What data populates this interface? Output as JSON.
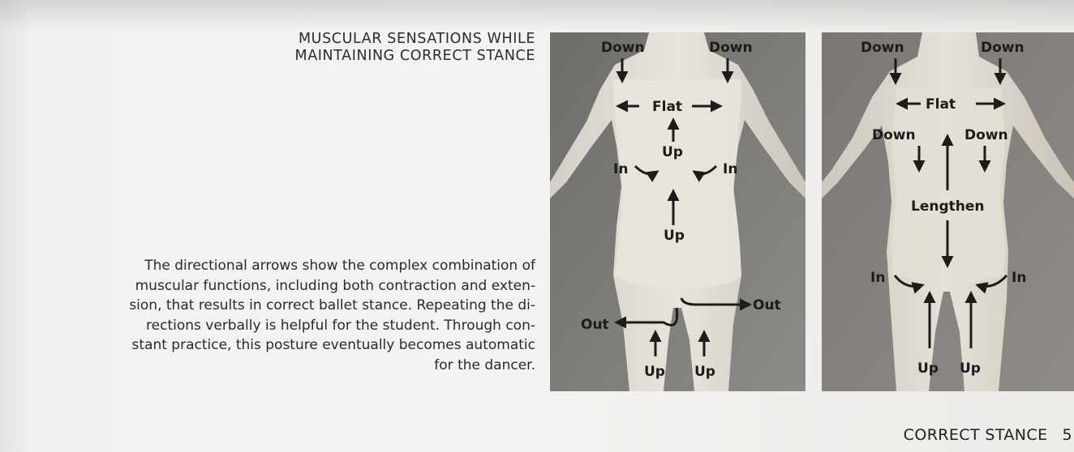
{
  "heading": {
    "line1": "MUSCULAR SENSATIONS WHILE",
    "line2": "MAINTAINING CORRECT STANCE"
  },
  "caption": {
    "lines": [
      "The directional arrows show the complex combination of",
      "muscular functions, including both contraction and exten-",
      "sion, that results in correct ballet stance. Repeating the di-",
      "rections verbally is helpful for the student. Through con-",
      "stant practice, this posture eventually becomes automatic",
      "for the dancer."
    ]
  },
  "front_photo": {
    "labels": {
      "down_left": "Down",
      "down_right": "Down",
      "flat": "Flat",
      "up_chest": "Up",
      "in_left": "In",
      "in_right": "In",
      "up_abdomen": "Up",
      "out_left": "Out",
      "out_right": "Out",
      "up_left_leg": "Up",
      "up_right_leg": "Up"
    }
  },
  "back_photo": {
    "labels": {
      "down_left": "Down",
      "down_right": "Down",
      "flat": "Flat",
      "down_blade_left": "Down",
      "down_blade_right": "Down",
      "lengthen": "Lengthen",
      "in_left": "In",
      "in_right": "In",
      "up_left_leg": "Up",
      "up_right_leg": "Up"
    }
  },
  "footer": {
    "section": "CORRECT STANCE",
    "page_number": "5"
  }
}
